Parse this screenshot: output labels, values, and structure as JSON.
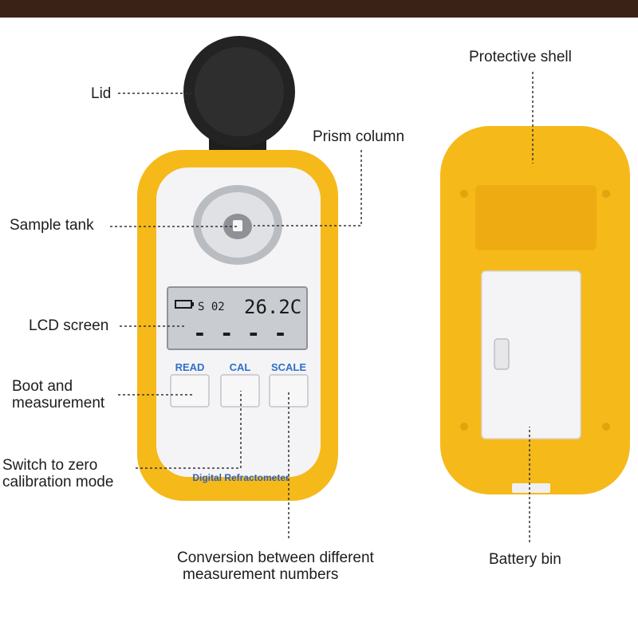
{
  "labels": {
    "lid": "Lid",
    "sample_tank": "Sample tank",
    "lcd_screen": "LCD screen",
    "boot_line1": "Boot and",
    "boot_line2": "measurement",
    "switch_line1": "Switch to zero",
    "switch_line2": "calibration mode",
    "conversion_line1": "Conversion between different",
    "conversion_line2": "measurement numbers",
    "prism_column": "Prism column",
    "protective_shell": "Protective shell",
    "battery_bin": "Battery bin"
  },
  "device": {
    "buttons": [
      "READ",
      "CAL",
      "SCALE"
    ],
    "brand": "Digital Refractometer",
    "lcd_mode": "S 02",
    "lcd_temp": "26.2C",
    "lcd_reading": "- - - -"
  },
  "colors": {
    "shell": "#f5b91a",
    "body": "#f4f4f6",
    "button_text": "#2f6fc9",
    "top_bar": "#3a2216"
  }
}
